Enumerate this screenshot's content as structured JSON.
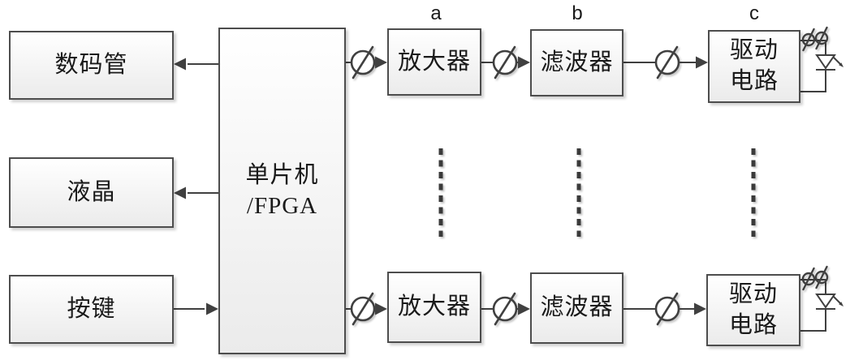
{
  "diagram": {
    "left_column": [
      {
        "label": "数码管"
      },
      {
        "label": "液晶"
      },
      {
        "label": "按键"
      }
    ],
    "controller": {
      "line1": "单片机",
      "line2": "/FPGA"
    },
    "column_labels": [
      "a",
      "b",
      "c"
    ],
    "rows": [
      {
        "amplifier": "放大器",
        "filter": "滤波器",
        "driver_line1": "驱动",
        "driver_line2": "电路"
      },
      {
        "amplifier": "放大器",
        "filter": "滤波器",
        "driver_line1": "驱动",
        "driver_line2": "电路"
      }
    ],
    "icons": {
      "bus_signal": "slashed-circle-bus-icon",
      "led": "led-diode-icon",
      "continuation": "vertical-dashed-ellipsis"
    }
  },
  "colors": {
    "line": "#404040",
    "box_border": "#4d4d4d",
    "box_fill_top": "#ffffff",
    "box_fill_bottom": "#ebebeb",
    "text": "#1a1a1a",
    "background": "#ffffff"
  }
}
